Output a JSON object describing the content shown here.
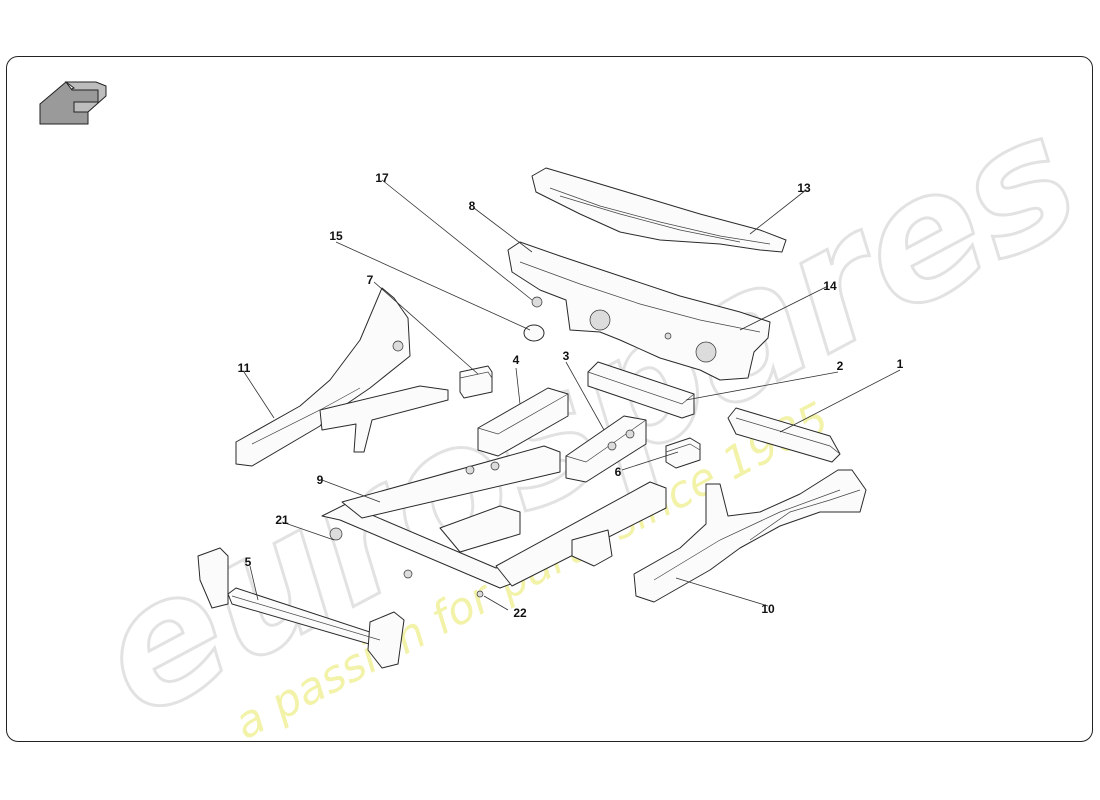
{
  "watermark": {
    "brand": "eurospares",
    "tagline": "a passion for parts since 1985",
    "tagline_color": "#f0f0a0"
  },
  "nav": {
    "back_icon": "back-arrow-icon"
  },
  "callouts": [
    {
      "id": "c1",
      "label": "1"
    },
    {
      "id": "c2",
      "label": "2"
    },
    {
      "id": "c3",
      "label": "3"
    },
    {
      "id": "c4",
      "label": "4"
    },
    {
      "id": "c5",
      "label": "5"
    },
    {
      "id": "c6",
      "label": "6"
    },
    {
      "id": "c7",
      "label": "7"
    },
    {
      "id": "c8",
      "label": "8"
    },
    {
      "id": "c9",
      "label": "9"
    },
    {
      "id": "c10",
      "label": "10"
    },
    {
      "id": "c11",
      "label": "11"
    },
    {
      "id": "c13",
      "label": "13"
    },
    {
      "id": "c14",
      "label": "14"
    },
    {
      "id": "c15",
      "label": "15"
    },
    {
      "id": "c17",
      "label": "17"
    },
    {
      "id": "c21",
      "label": "21"
    },
    {
      "id": "c22",
      "label": "22"
    }
  ]
}
